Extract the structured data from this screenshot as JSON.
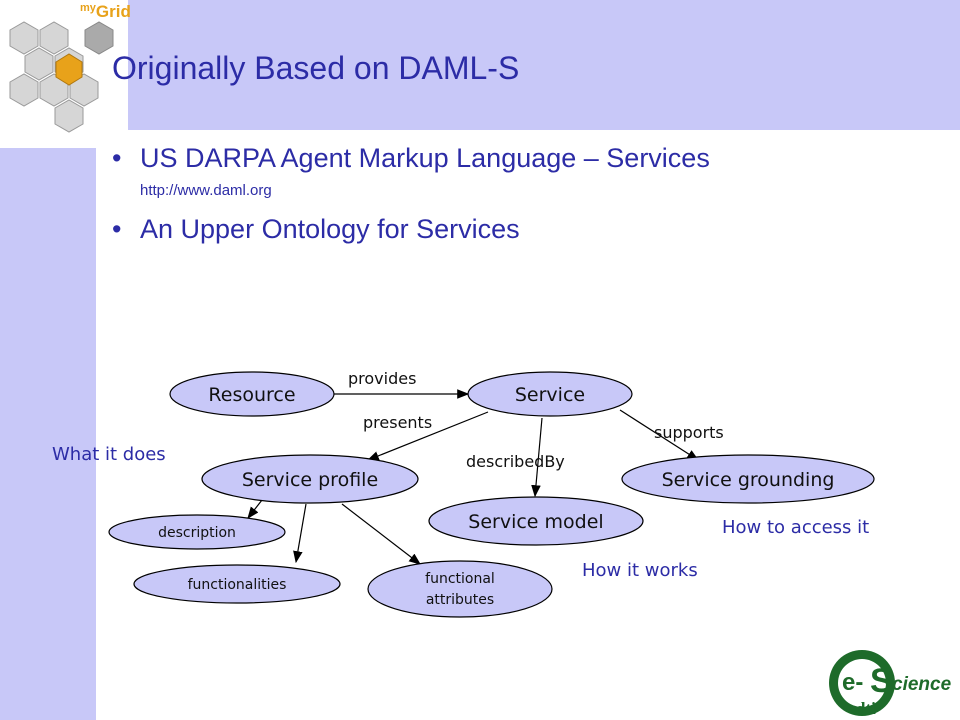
{
  "brand": {
    "my": "my",
    "grid": "Grid"
  },
  "slide": {
    "title": "Originally Based on DAML-S",
    "bullets": [
      {
        "text": "US DARPA Agent Markup Language – Services",
        "sub": "http://www.daml.org"
      },
      {
        "text": "An Upper Ontology for Services"
      }
    ]
  },
  "diagram": {
    "nodes": {
      "resource": "Resource",
      "service": "Service",
      "service_profile": "Service profile",
      "service_model": "Service model",
      "service_grounding": "Service grounding",
      "description": "description",
      "functionalities": "functionalities",
      "functional_attributes_1": "functional",
      "functional_attributes_2": "attributes"
    },
    "edges": {
      "provides": "provides",
      "presents": "presents",
      "described_by": "describedBy",
      "supports": "supports"
    },
    "notes": {
      "what_it_does": "What it does",
      "how_it_works": "How it works",
      "how_to_access": "How to access it"
    }
  },
  "logo_text": {
    "e": "e-",
    "s": "S",
    "cience": "cience",
    "dti": "dti"
  },
  "colors": {
    "band": "#c8c8f8",
    "node_fill": "#c8c8f8",
    "title": "#2c2ca6",
    "brand": "#e8a21a",
    "logo_green": "#1e6b2a"
  }
}
